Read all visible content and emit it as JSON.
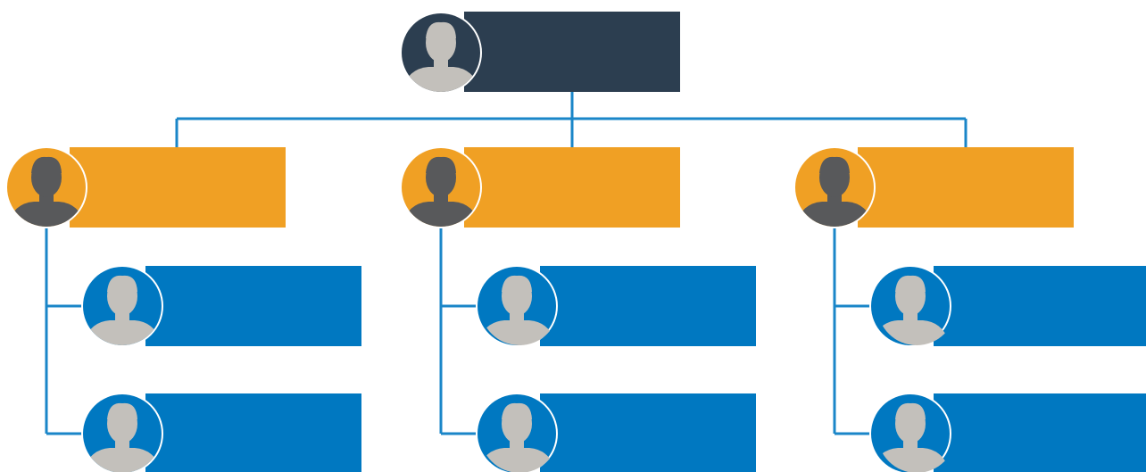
{
  "colors": {
    "background": "#ffffff",
    "connector": "#1a86c8",
    "ring": "#ffffff",
    "silhouette_light": "#c3c0bb",
    "silhouette_dark": "#58595b"
  },
  "levels": {
    "top": {
      "box_color": "#2c3e50",
      "avatar_color": "#2c3e50",
      "silhouette": "light",
      "icon": "person-icon"
    },
    "manager": {
      "box_color": "#f0a024",
      "avatar_color": "#f0a024",
      "silhouette": "dark",
      "icon": "person-icon"
    },
    "staff": {
      "box_color": "#0078c1",
      "avatar_color": "#0078c1",
      "silhouette": "light",
      "icon": "person-icon"
    }
  },
  "org": {
    "id": "ceo",
    "level": "top",
    "label": "",
    "children": [
      {
        "id": "manager-1",
        "level": "manager",
        "label": "",
        "children": [
          {
            "id": "staff-1-1",
            "level": "staff",
            "label": ""
          },
          {
            "id": "staff-1-2",
            "level": "staff",
            "label": ""
          }
        ]
      },
      {
        "id": "manager-2",
        "level": "manager",
        "label": "",
        "children": [
          {
            "id": "staff-2-1",
            "level": "staff",
            "label": ""
          },
          {
            "id": "staff-2-2",
            "level": "staff",
            "label": ""
          }
        ]
      },
      {
        "id": "manager-3",
        "level": "manager",
        "label": "",
        "children": [
          {
            "id": "staff-3-1",
            "level": "staff",
            "label": ""
          },
          {
            "id": "staff-3-2",
            "level": "staff",
            "label": ""
          }
        ]
      }
    ]
  }
}
